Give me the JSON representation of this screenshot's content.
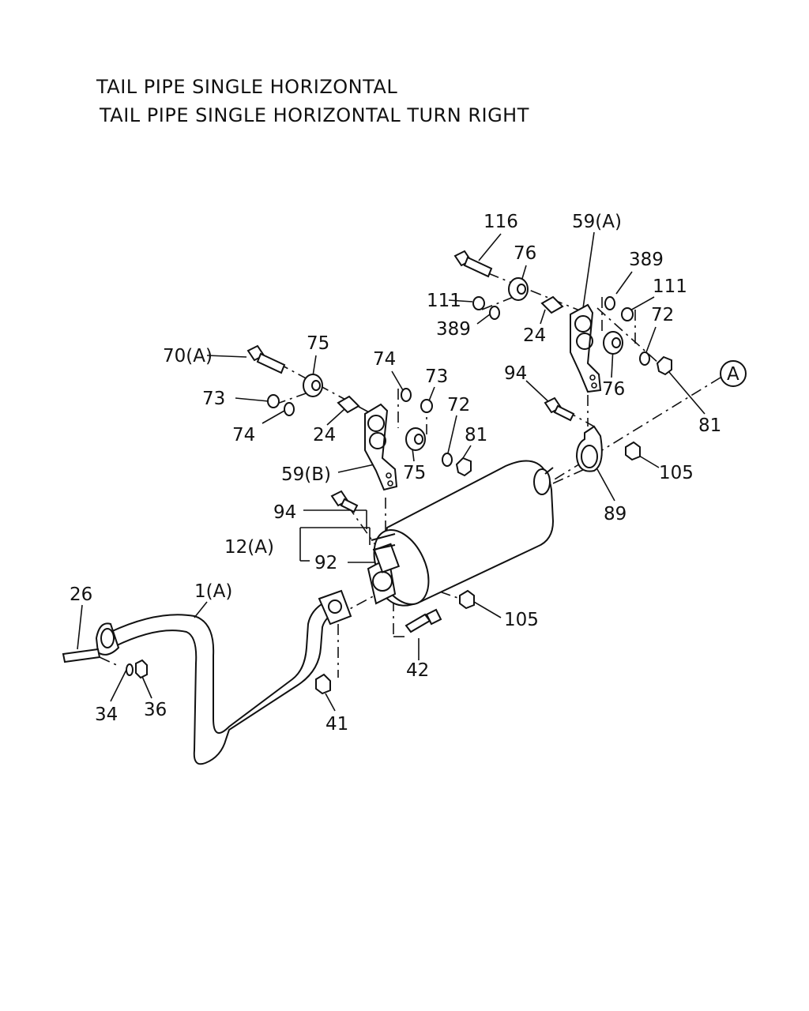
{
  "title": {
    "line1": "TAIL PIPE SINGLE HORIZONTAL",
    "line2": "TAIL PIPE SINGLE HORIZONTAL TURN RIGHT"
  },
  "callouts": {
    "c116": "116",
    "c59a": "59(A)",
    "c76_top": "76",
    "c389_right": "389",
    "c111_right": "111",
    "c111_left": "111",
    "c389_left": "389",
    "c24_top": "24",
    "c72_right": "72",
    "c76_right": "76",
    "c81_right": "81",
    "ref_a": "A",
    "c94_right": "94",
    "c105_right": "105",
    "c89": "89",
    "c70a": "70(A)",
    "c75_top": "75",
    "c73_left": "73",
    "c74_left": "74",
    "c24_left": "24",
    "c74_mid": "74",
    "c73_mid": "73",
    "c72_mid": "72",
    "c81_mid": "81",
    "c75_bottom": "75",
    "c59b": "59(B)",
    "c94_left": "94",
    "c12a": "12(A)",
    "c92": "92",
    "c105_lower": "105",
    "c42": "42",
    "c26": "26",
    "c1a": "1(A)",
    "c34": "34",
    "c36": "36",
    "c41": "41"
  }
}
